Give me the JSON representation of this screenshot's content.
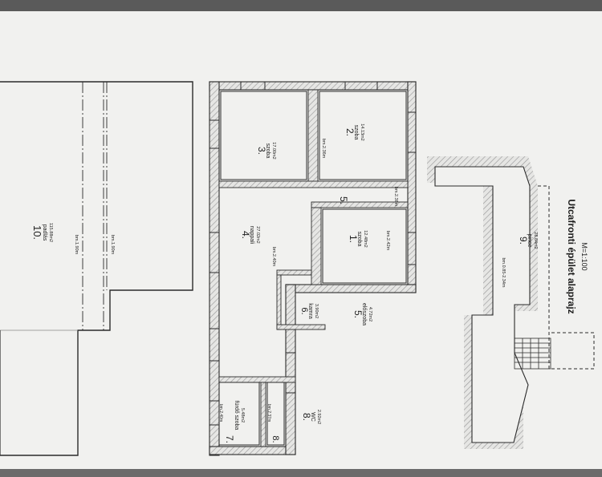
{
  "rooms": {
    "r10": {
      "num": "10.",
      "name": "padlás",
      "area": "115.88m2",
      "heights": [
        "bm.1.90m",
        "bm.1.90m"
      ]
    },
    "r3": {
      "num": "3.",
      "name": "szoba",
      "area": "17.00m2"
    },
    "r2": {
      "num": "2.",
      "name": "szoba",
      "area": "14.13m2",
      "height": "bm.2.36m"
    },
    "r4": {
      "num": "4.",
      "name": "nappali",
      "area": "27.02m2",
      "height": "bm.2.40m"
    },
    "r1": {
      "num": "1.",
      "name": "szoba",
      "area": "12.48m2",
      "height": "bm.2.42m"
    },
    "r5top": {
      "num": "5.",
      "height": "bm.2.38m"
    },
    "r6": {
      "num": "6.",
      "name": "kamra",
      "area": "3.90m2"
    },
    "r5": {
      "num": "5.",
      "name": "előszoba",
      "area": "4.72m2"
    },
    "r7": {
      "num": "7.",
      "name": "fürdő szoba",
      "area": "5.48m2",
      "height": "bm.2.40m"
    },
    "r8": {
      "num": "8.",
      "name": "WC",
      "area": "2.92m2"
    },
    "r8b": {
      "num": "8.",
      "height": "bm.2.37m"
    },
    "r9": {
      "num": "9.",
      "name": "pince",
      "area": "28.84m2",
      "height": "bm.0.85-2.34m"
    }
  },
  "title": "Utcafronti épület alaprajz",
  "scale": "M=1:100",
  "colors": {
    "paper": "#f1f1ef",
    "line": "#2b2b2b",
    "hatch": "#9a9a9a",
    "background": "#5a5a5a"
  }
}
